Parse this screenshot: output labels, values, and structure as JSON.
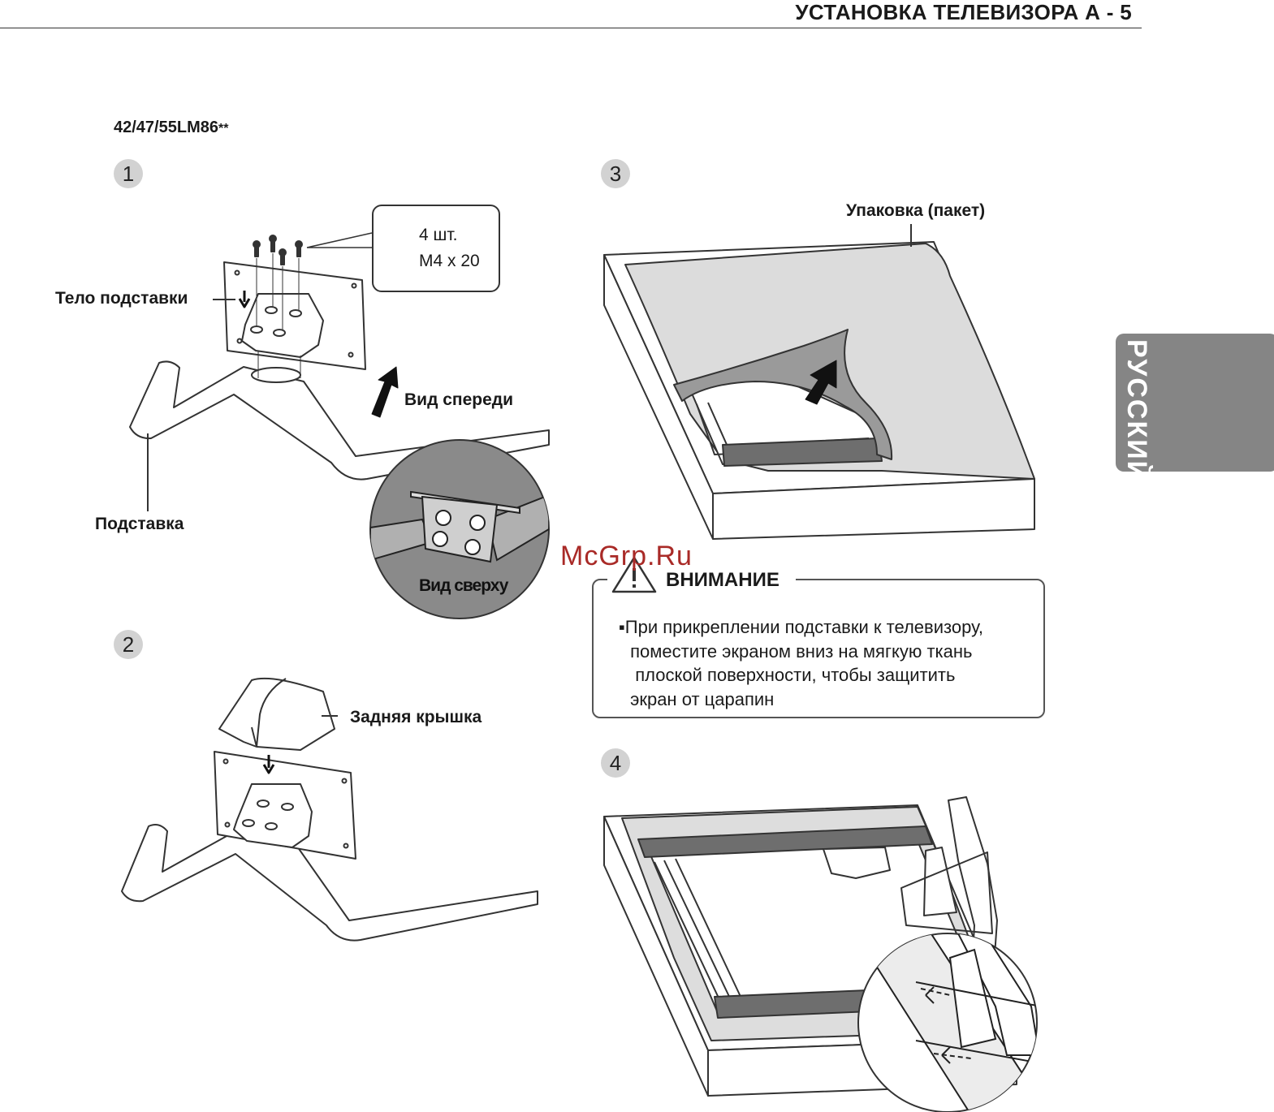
{
  "header": {
    "title": "УСТАНОВКА ТЕЛЕВИЗОРА  А - 5"
  },
  "model": {
    "name": "42/47/55LM86",
    "suffix": "**"
  },
  "steps": {
    "s1": "1",
    "s2": "2",
    "s3": "3",
    "s4": "4"
  },
  "step1": {
    "stand_body_label": "Тело подставки",
    "stand_label": "Подставка",
    "front_view_label": "Вид спереди",
    "top_view_label": "Вид сверху",
    "screw_qty": "4 шт.",
    "screw_size": "M4 x 20"
  },
  "step2": {
    "back_cover_label": "Задняя крышка"
  },
  "step3": {
    "packaging_label": "Упаковка (пакет)"
  },
  "caution": {
    "title": "ВНИМАНИЕ",
    "lines": [
      "▪При прикреплении подставки к телевизору,",
      " поместите экраном вниз на мягкую ткань",
      "  плоской поверхности, чтобы защитить",
      " экран от царапин"
    ]
  },
  "side_tab": {
    "language": "РУССКИЙ"
  },
  "watermark": {
    "text": "McGrp.Ru"
  },
  "colors": {
    "step_circle": "#d2d2d2",
    "lang_tab": "#858585",
    "watermark": "#a92a27",
    "illustration_gray": "#8a8a8a"
  }
}
